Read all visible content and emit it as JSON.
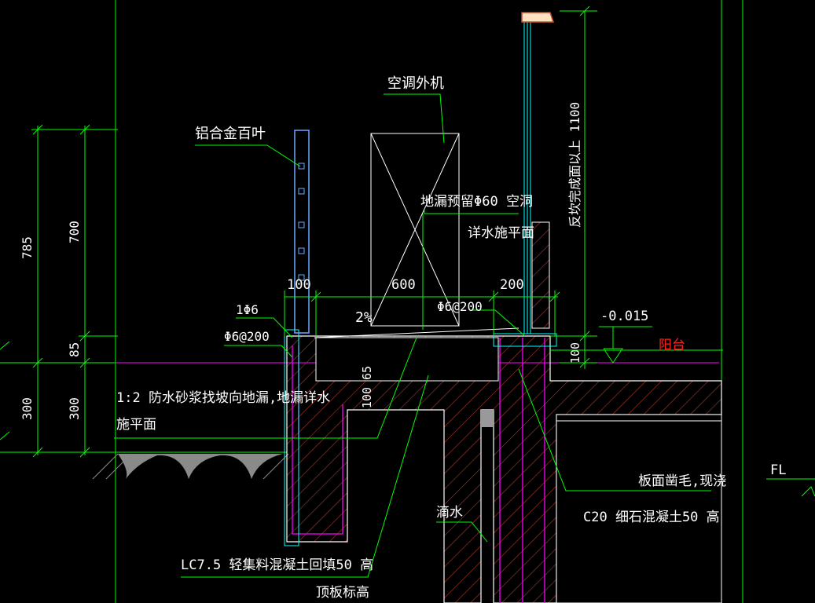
{
  "drawing": {
    "colors": {
      "background": "#000000",
      "dimension": "#00ff00",
      "text": "#ffffff",
      "structure": "#ffffff",
      "hatch": "#c0392b",
      "rebar": "#ff00ff",
      "glass": "#00ffff",
      "louver": "#6aa8ff",
      "leader": "#00ff00",
      "label_accent": "#ff2020",
      "earth": "#808080"
    },
    "labels": {
      "ac_unit": "空调外机",
      "louver": "铝合金百叶",
      "drain": "地漏预留Φ60 空洞",
      "drain2": "详水施平面",
      "railing": "反坎完成面以上 1100",
      "slope": "2%",
      "rebar1": "1Φ6",
      "rebar2": "Φ6@200",
      "rebar3": "Φ6@200",
      "mortar1": "1:2 防水砂浆找坡向地漏,地漏详水",
      "mortar2": "施平面",
      "level": "-0.015",
      "balcony": "阳台",
      "drip": "滴水",
      "finish1": "板面凿毛,现浇",
      "finish2": "C20  细石混凝土50  高",
      "lc": "LC7.5    轻集料混凝土回填50  高",
      "roof_level": "顶板标高",
      "fl": "FL"
    },
    "dims": {
      "d785": "785",
      "d700": "700",
      "d85": "85",
      "d300a": "300",
      "d300b": "300",
      "d100a": "100",
      "d600": "600",
      "d200": "200",
      "d100v": "100",
      "d65": "65",
      "d100b": "100"
    }
  }
}
